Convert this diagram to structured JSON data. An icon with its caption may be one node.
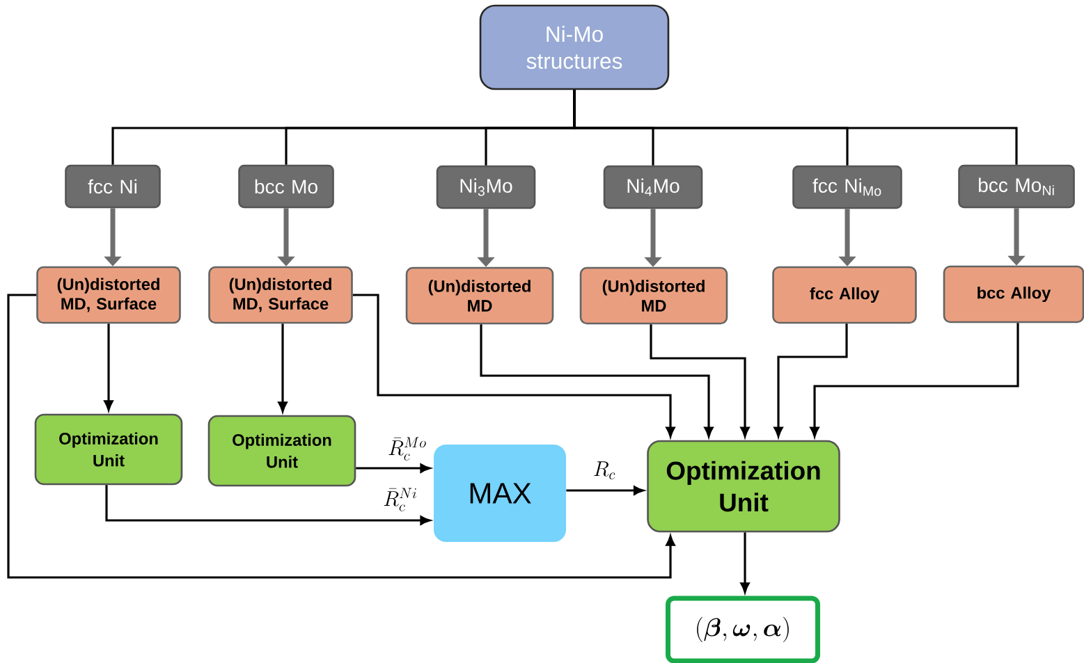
{
  "diagram": {
    "nodes": [
      {
        "text": [
          "Ni-Mo structures"
        ]
      },
      {
        "text": [
          "fcc Ni"
        ]
      },
      {
        "text": [
          "bcc Mo"
        ]
      },
      {
        "text": [
          "Ni$_{3}$Mo"
        ]
      },
      {
        "text": [
          "Ni$_{4}$Mo"
        ]
      },
      {
        "text": [
          "fcc Ni$_{Mo}$"
        ]
      },
      {
        "text": [
          "bcc Mo$_{Ni}$"
        ]
      },
      {
        "text": [
          "(Un)distorted MD, Surface"
        ]
      },
      {
        "text": [
          "(Un)distorted MD, Surface"
        ]
      },
      {
        "text": [
          "(Un)distorted MD"
        ]
      },
      {
        "text": [
          "(Un)distorted MD"
        ]
      },
      {
        "text": [
          "fcc Alloy"
        ]
      },
      {
        "text": [
          "bcc Alloy"
        ]
      },
      {
        "text": [
          "Optimization Unit"
        ]
      },
      {
        "text": [
          "Optimization Unit"
        ]
      },
      {
        "text": [
          "MAX"
        ]
      },
      {
        "text": [
          "Optimization Unit"
        ]
      },
      {
        "text": [
          "(\\boldsymbol{\\beta}, \\boldsymbol{\\omega}, \\boldsymbol{\\alpha})"
        ]
      }
    ],
    "edges": [
      {
        "from": 0,
        "to": 1,
        "arrow": "none"
      },
      {
        "from": 0,
        "to": 2,
        "arrow": "none"
      },
      {
        "from": 0,
        "to": 3,
        "arrow": "none"
      },
      {
        "from": 0,
        "to": 4,
        "arrow": "none"
      },
      {
        "from": 0,
        "to": 5,
        "arrow": "none"
      },
      {
        "from": 0,
        "to": 6,
        "arrow": "none"
      },
      {
        "from": 1,
        "to": 7,
        "arrow": "to",
        "style": "thick",
        "color": "#6d6d6d"
      },
      {
        "from": 2,
        "to": 8,
        "arrow": "to",
        "style": "thick",
        "color": "#6d6d6d"
      },
      {
        "from": 3,
        "to": 9,
        "arrow": "to",
        "style": "thick",
        "color": "#6d6d6d"
      },
      {
        "from": 4,
        "to": 10,
        "arrow": "to",
        "style": "thick",
        "color": "#6d6d6d"
      },
      {
        "from": 5,
        "to": 11,
        "arrow": "to",
        "style": "thick",
        "color": "#6d6d6d"
      },
      {
        "from": 6,
        "to": 12,
        "arrow": "to",
        "style": "thick",
        "color": "#6d6d6d"
      },
      {
        "from": 7,
        "to": 13,
        "arrow": "to"
      },
      {
        "from": 8,
        "to": 14,
        "arrow": "to"
      },
      {
        "from": 7,
        "to": 16,
        "arrow": "to"
      },
      {
        "from": 8,
        "to": 16,
        "arrow": "to"
      },
      {
        "from": 9,
        "to": 16,
        "arrow": "to"
      },
      {
        "from": 10,
        "to": 16,
        "arrow": "to"
      },
      {
        "from": 11,
        "to": 16,
        "arrow": "to"
      },
      {
        "from": 12,
        "to": 16,
        "arrow": "to"
      },
      {
        "from": 14,
        "to": 15,
        "arrow": "to",
        "label": "\\bar{R}_c^{Mo}"
      },
      {
        "from": 13,
        "to": 15,
        "arrow": "to",
        "label": "\\bar{R}_c^{Ni}"
      },
      {
        "from": 15,
        "to": 16,
        "arrow": "to",
        "label": "R_c"
      },
      {
        "from": 16,
        "to": 17,
        "arrow": "to"
      }
    ]
  }
}
